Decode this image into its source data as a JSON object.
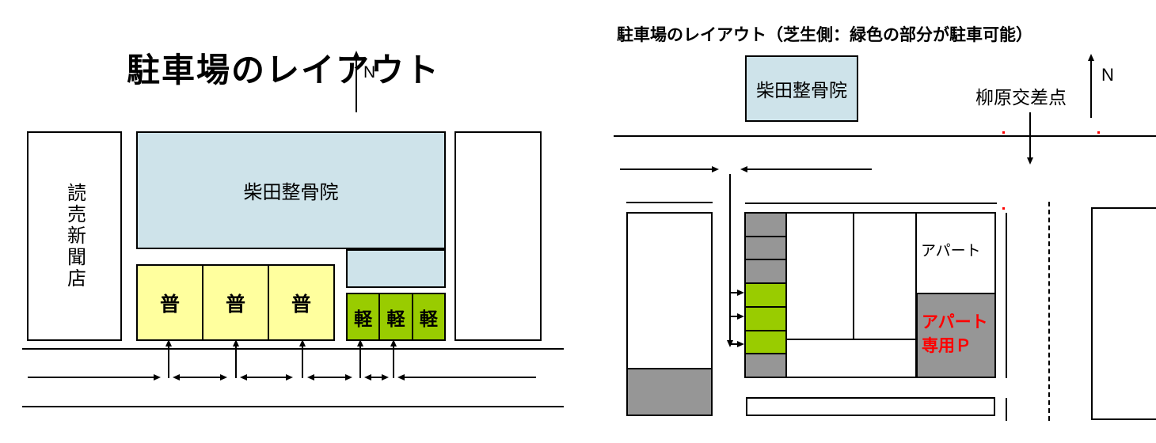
{
  "left_diagram": {
    "title": "駐車場のレイアウト",
    "compass_label": "N",
    "newspaper_store": "読売新聞店",
    "clinic": "柴田整骨院",
    "standard_stalls": [
      "普",
      "普",
      "普"
    ],
    "kei_stalls": [
      "軽",
      "軽",
      "軽"
    ]
  },
  "right_diagram": {
    "title": "駐車場のレイアウト（芝生側：緑色の部分が駐車可能）",
    "compass_label": "N",
    "clinic": "柴田整骨院",
    "intersection": "柳原交差点",
    "apartment_label": "アパート",
    "apartment_parking_line1": "アパート",
    "apartment_parking_line2": "専用Ｐ"
  },
  "colors": {
    "clinic_fill": "#cee3ea",
    "standard_stall_fill": "#ffff9e",
    "kei_stall_fill": "#99cc00",
    "occupied_fill": "#969696",
    "warning_text": "#ff0000",
    "line_color": "#000000",
    "marker_red": "#ff0000"
  }
}
